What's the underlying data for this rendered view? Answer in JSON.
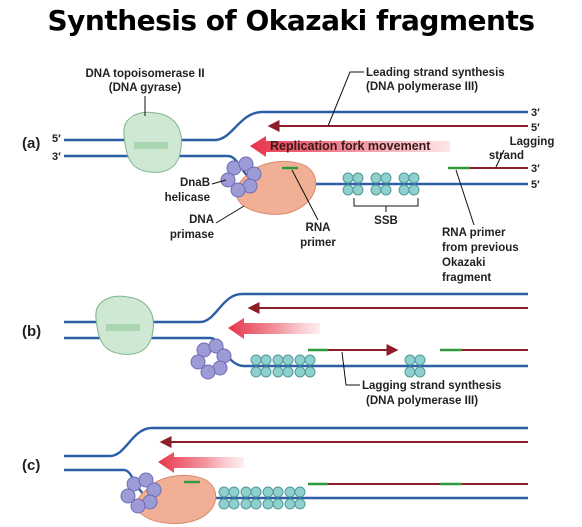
{
  "title": "Synthesis of Okazaki fragments",
  "panels": {
    "a": "(a)",
    "b": "(b)",
    "c": "(c)"
  },
  "labels": {
    "topo_line1": "DNA topoisomerase II",
    "topo_line2": "(DNA gyrase)",
    "leading_line1": "Leading strand synthesis",
    "leading_line2": "(DNA polymerase III)",
    "fork_movement": "Replication fork movement",
    "lagging_line1": "Lagging",
    "lagging_line2": "strand",
    "dnab_line1": "DnaB",
    "dnab_line2": "helicase",
    "primase_line1": "DNA",
    "primase_line2": "primase",
    "rna_primer_line1": "RNA",
    "rna_primer_line2": "primer",
    "ssb": "SSB",
    "prev_primer_line1": "RNA primer",
    "prev_primer_line2": "from previous",
    "prev_primer_line3": "Okazaki",
    "prev_primer_line4": "fragment",
    "lagging_synth_line1": "Lagging strand synthesis",
    "lagging_synth_line2": "(DNA polymerase III)"
  },
  "strand_ends": {
    "left_top": "5′",
    "left_bottom": "3′",
    "right_1": "3′",
    "right_2": "5′",
    "right_3": "3′",
    "right_4": "5′"
  },
  "colors": {
    "parental_dna": "#2b5fa6",
    "new_dna": "#8e1d2a",
    "rna_primer": "#2f9a3c",
    "topoisomerase": "#cfe8d3",
    "helicase": "#9d9bd6",
    "primase": "#f1b096",
    "ssb": "#8fd0cf",
    "fork_arrow": "#e8334a"
  }
}
